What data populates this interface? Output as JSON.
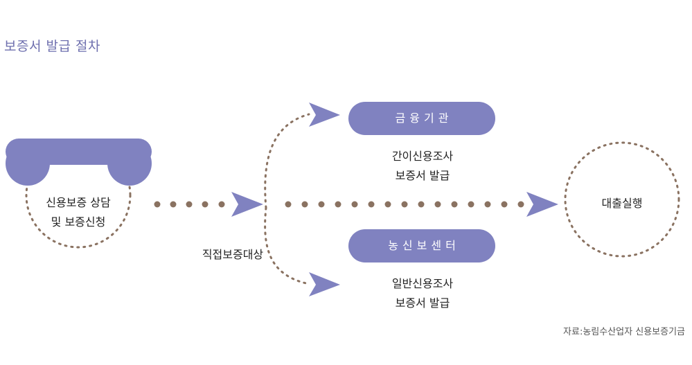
{
  "title": "보증서 발급 절차",
  "nodes": {
    "applicant": {
      "line1": "신용보증 상담",
      "line2": "및 보증신청"
    },
    "financial_institution": {
      "label": "금융기관",
      "desc_line1": "간이신용조사",
      "desc_line2": "보증서 발급"
    },
    "guarantee_center": {
      "label": "농신보센터",
      "desc_line1": "일반신용조사",
      "desc_line2": "보증서 발급"
    },
    "loan": {
      "label": "대출실행"
    }
  },
  "edge_labels": {
    "direct_guarantee": "직접보증대상"
  },
  "source": "자료:농림수산업자 신용보증기금",
  "colors": {
    "accent": "#8082c0",
    "dots": "#8a7261",
    "title": "#6e6fae"
  }
}
